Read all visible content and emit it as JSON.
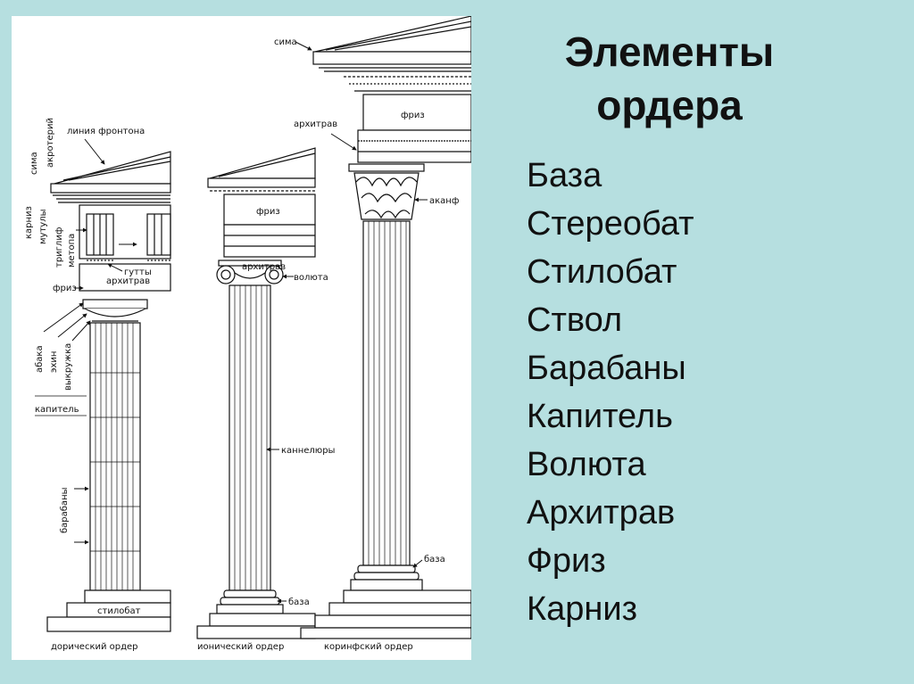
{
  "heading": {
    "line1": "Элементы",
    "line2": "ордера"
  },
  "terms": [
    "База",
    "Стереобат",
    "Стилобат",
    "Ствол",
    "Барабаны",
    "Капитель",
    "Волюта",
    "Архитрав",
    "Фриз",
    "Карниз"
  ],
  "diagram": {
    "labels": {
      "sima_left": "сима",
      "akroterii": "акротерий",
      "frontone_line": "линия фронтона",
      "karniz": "карниз",
      "mutuly": "мутулы",
      "triglif": "триглиф",
      "metopa": "метопа",
      "gutty": "гутты",
      "arkhitrav_doric": "архитрав",
      "friz_doric": "фриз",
      "abaka": "абака",
      "ekhin": "эхин",
      "vykruzhka": "выкружка",
      "kapitel": "капитель",
      "barabany": "барабаны",
      "stilobat": "стилобат",
      "friz_ionic": "фриз",
      "arkhitrav_ionic": "архитрав",
      "voluta": "волюта",
      "kannelyury": "каннелюры",
      "baza_ionic": "база",
      "sima_right": "сима",
      "friz_corinth": "фриз",
      "arkhitrav_corinth": "архитрав",
      "akanf": "аканф",
      "baza_corinth": "база"
    },
    "captions": {
      "doric": "дорический ордер",
      "ionic": "ионический ордер",
      "corinthian": "коринфский ордер"
    }
  }
}
